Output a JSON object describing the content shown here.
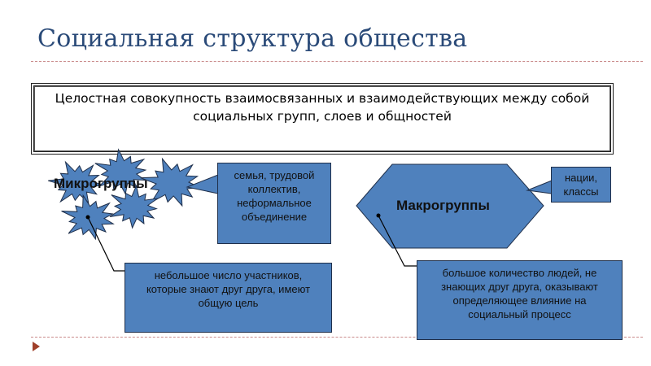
{
  "title": "Социальная структура общества",
  "definition": {
    "line1": "Целостная совокупность взаимосвязанных и взаимодействующих между собой",
    "line2": "социальных групп, слоев и общностей"
  },
  "micro": {
    "label": "Микрогруппы",
    "examples": [
      "семья, трудовой",
      "коллектив,",
      "неформальное",
      "объединение"
    ],
    "description": [
      "небольшое число участников,",
      "которые знают друг друга, имеют",
      "общую цель"
    ]
  },
  "macro": {
    "label": "Макрогруппы",
    "examples": [
      "нации,",
      "классы"
    ],
    "description": [
      "большое количество людей, не",
      "знающих друг друга, оказывают",
      "определяющее влияние на",
      "социальный процесс"
    ]
  },
  "colors": {
    "shape_fill": "#4f81bd",
    "title": "#2a4a78",
    "rule": "#c98a8a",
    "nav_arrow": "#a0402a"
  }
}
